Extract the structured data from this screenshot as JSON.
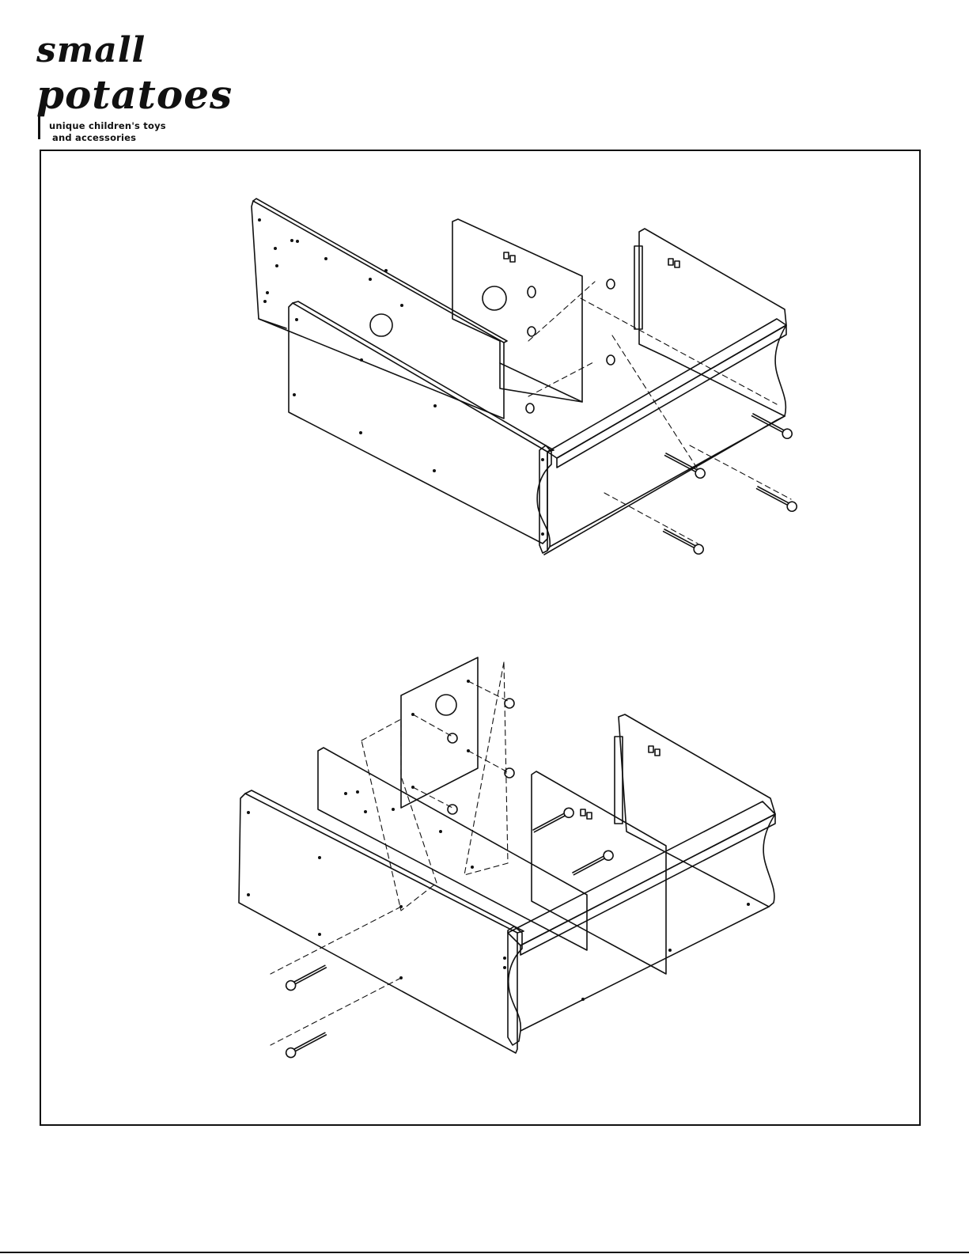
{
  "brand": {
    "name_line1": "small",
    "name_line2": "potatoes",
    "tagline_line1": "unique children's toys",
    "tagline_line2": "and accessories"
  },
  "figures": [
    {
      "name": "step-diagram-1",
      "content": "exploded view: partitions screwed into base frame with four long screws"
    },
    {
      "name": "step-diagram-2",
      "content": "exploded view: center partition with cam locks and two long screws from front panel"
    }
  ],
  "colors": {
    "ink": "#111111",
    "paper": "#ffffff"
  }
}
